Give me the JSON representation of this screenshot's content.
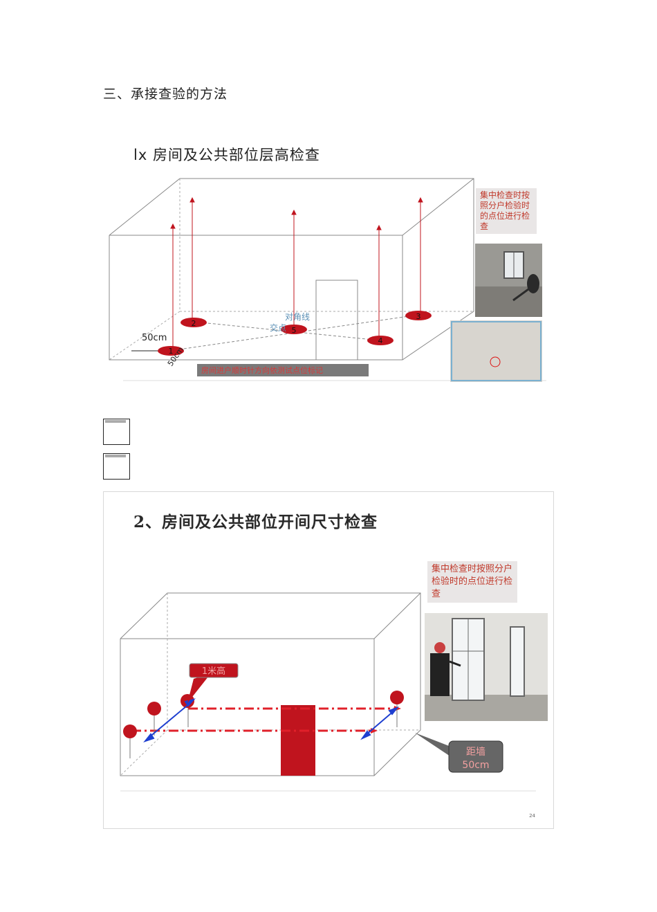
{
  "section_heading": "三、承接查验的方法",
  "sub_heading": "lx 房间及公共部位层高检查",
  "figure1": {
    "measure_points": [
      "1",
      "2",
      "3",
      "4",
      "5"
    ],
    "diagonal_label_line1": "对角线",
    "diagonal_label_line2": "交点",
    "dimension_label_horizontal": "50cm",
    "dimension_label_diagonal": "50cm",
    "note": "集中检查时按照分户检验时的点位进行检查",
    "caption": "房间进户顺时针方向依测试点位标记"
  },
  "figure2": {
    "title": "2、房间及公共部位开间尺寸检查",
    "note": "集中检查时按照分户检验时的点位进行检查",
    "callout_height": "1米高",
    "callout_wall_line1": "距墙",
    "callout_wall_line2": "50cm",
    "page_number": "24"
  },
  "colors": {
    "accent_red": "#c0141e",
    "arrow_blue": "#1e3fd0",
    "note_text": "#c0392b"
  }
}
